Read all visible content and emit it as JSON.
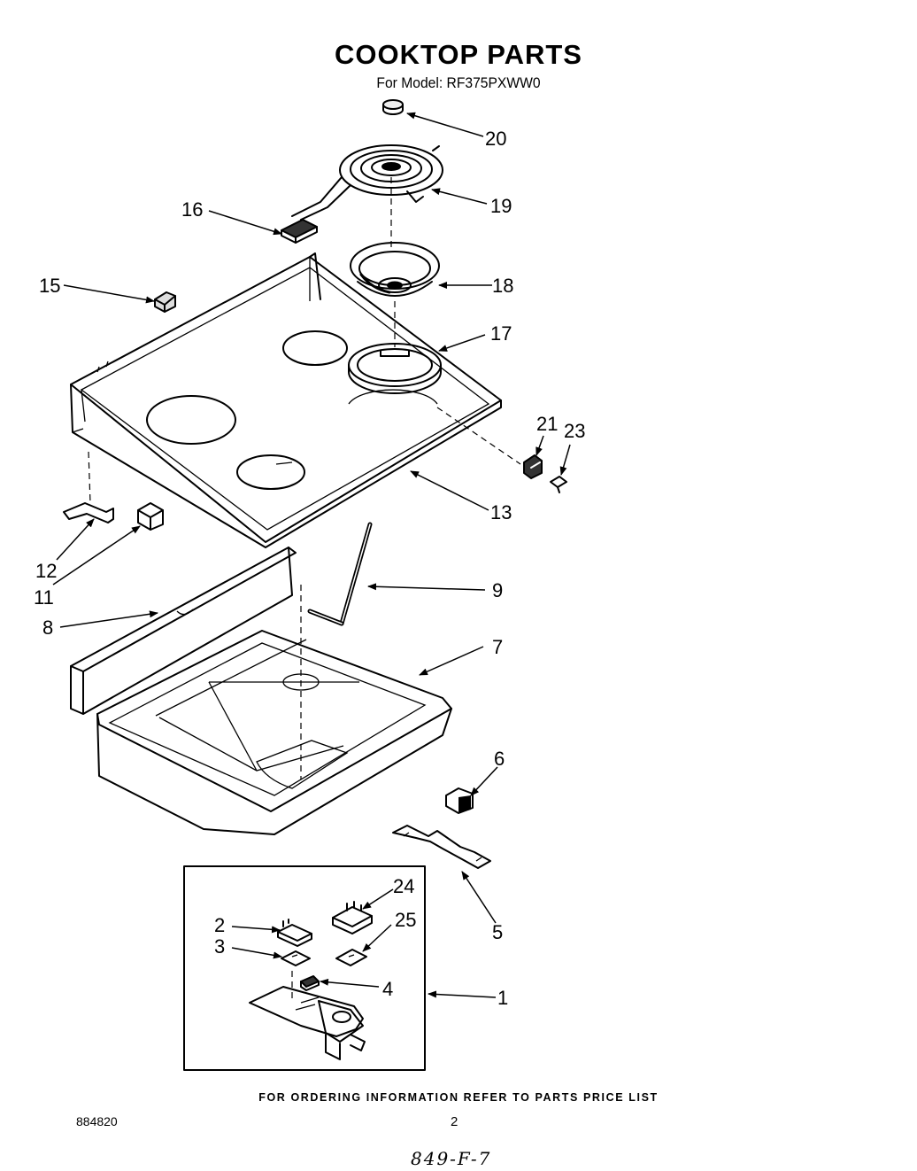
{
  "title": "COOKTOP PARTS",
  "subtitle": "For Model: RF375PXWW0",
  "footer": "FOR ORDERING INFORMATION REFER TO PARTS PRICE LIST",
  "doc_number": "884820",
  "page_number": "2",
  "handwritten_note": "849-F-7",
  "callouts": {
    "c20": "20",
    "c19": "19",
    "c16": "16",
    "c18": "18",
    "c15": "15",
    "c17": "17",
    "c21": "21",
    "c23": "23",
    "c13": "13",
    "c12": "12",
    "c11": "11",
    "c9": "9",
    "c8": "8",
    "c7": "7",
    "c6": "6",
    "c5": "5",
    "c24": "24",
    "c25": "25",
    "c2": "2",
    "c3": "3",
    "c4": "4",
    "c1": "1"
  }
}
